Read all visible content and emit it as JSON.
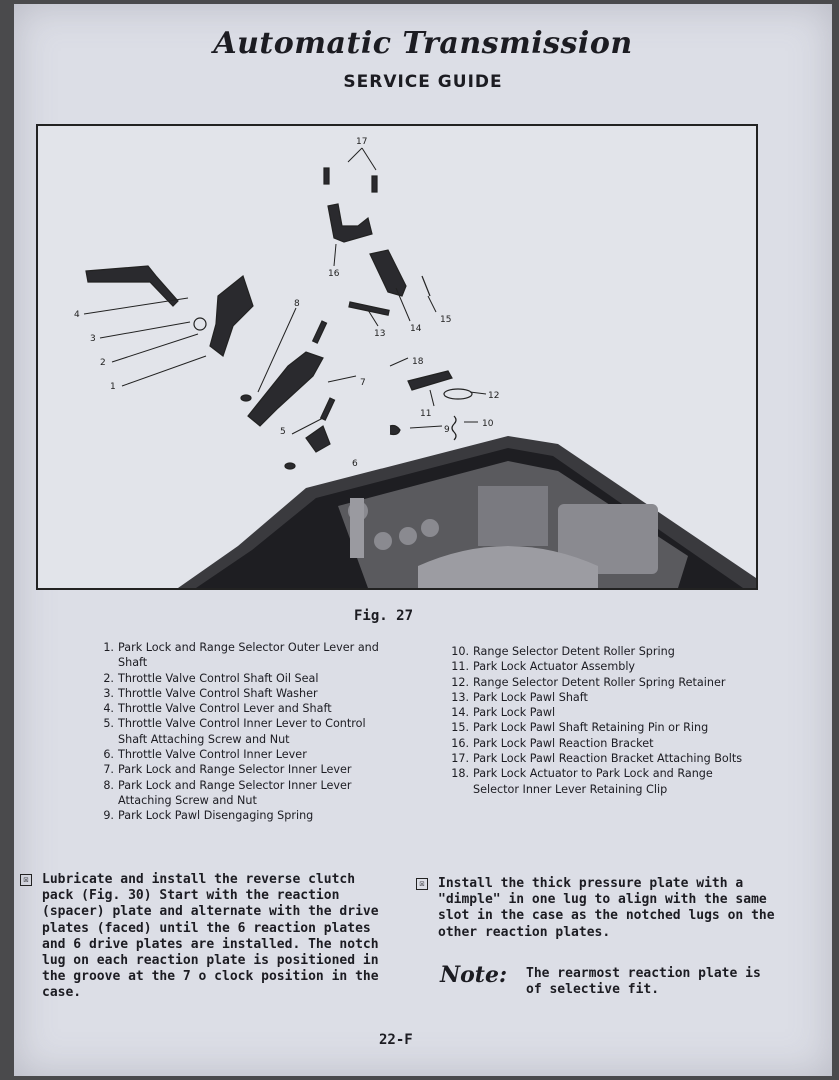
{
  "header": {
    "title": "Automatic Transmission",
    "subtitle": "SERVICE GUIDE"
  },
  "figure": {
    "caption": "Fig. 27",
    "callouts": [
      "1",
      "2",
      "3",
      "4",
      "5",
      "6",
      "7",
      "8",
      "9",
      "10",
      "11",
      "12",
      "13",
      "14",
      "15",
      "16",
      "17",
      "18"
    ]
  },
  "legend": {
    "left": [
      {
        "num": "1.",
        "text": "Park Lock and Range Selector Outer Lever and Shaft"
      },
      {
        "num": "2.",
        "text": "Throttle Valve Control Shaft Oil Seal"
      },
      {
        "num": "3.",
        "text": "Throttle Valve Control Shaft Washer"
      },
      {
        "num": "4.",
        "text": "Throttle Valve Control Lever and Shaft"
      },
      {
        "num": "5.",
        "text": "Throttle Valve Control Inner Lever to Control Shaft Attaching Screw and Nut"
      },
      {
        "num": "6.",
        "text": "Throttle Valve Control Inner Lever"
      },
      {
        "num": "7.",
        "text": "Park Lock and Range Selector Inner Lever"
      },
      {
        "num": "8.",
        "text": "Park Lock and Range Selector Inner Lever Attaching Screw and Nut"
      },
      {
        "num": "9.",
        "text": "Park Lock Pawl Disengaging Spring"
      }
    ],
    "right": [
      {
        "num": "10.",
        "text": "Range Selector Detent Roller Spring"
      },
      {
        "num": "11.",
        "text": "Park Lock Actuator Assembly"
      },
      {
        "num": "12.",
        "text": "Range Selector Detent Roller Spring Retainer"
      },
      {
        "num": "13.",
        "text": "Park Lock Pawl Shaft"
      },
      {
        "num": "14.",
        "text": "Park Lock Pawl"
      },
      {
        "num": "15.",
        "text": "Park Lock Pawl Shaft Retaining Pin or Ring"
      },
      {
        "num": "16.",
        "text": "Park Lock Pawl Reaction Bracket"
      },
      {
        "num": "17.",
        "text": "Park Lock Pawl Reaction Bracket Attaching Bolts"
      },
      {
        "num": "18.",
        "text": "Park Lock Actuator to Park Lock and Range Selector Inner Lever Retaining Clip"
      }
    ]
  },
  "instructions": {
    "step1": "Lubricate and install the reverse clutch pack (Fig. 30) Start with the reaction (spacer) plate and alternate with the drive plates (faced) until the 6 reaction plates and 6 drive plates are installed. The notch lug on each reaction plate is positioned in the groove at the 7 o clock position in the case.",
    "step2": "Install the thick pressure plate with a \"dimple\" in one lug to align with the same slot in the case as the notched lugs on the other reaction plates.",
    "bullet_symbol": "☒"
  },
  "note": {
    "label": "Note:",
    "text": "The rearmost reaction plate is of selective fit."
  },
  "footer": {
    "page_number": "22-F"
  }
}
